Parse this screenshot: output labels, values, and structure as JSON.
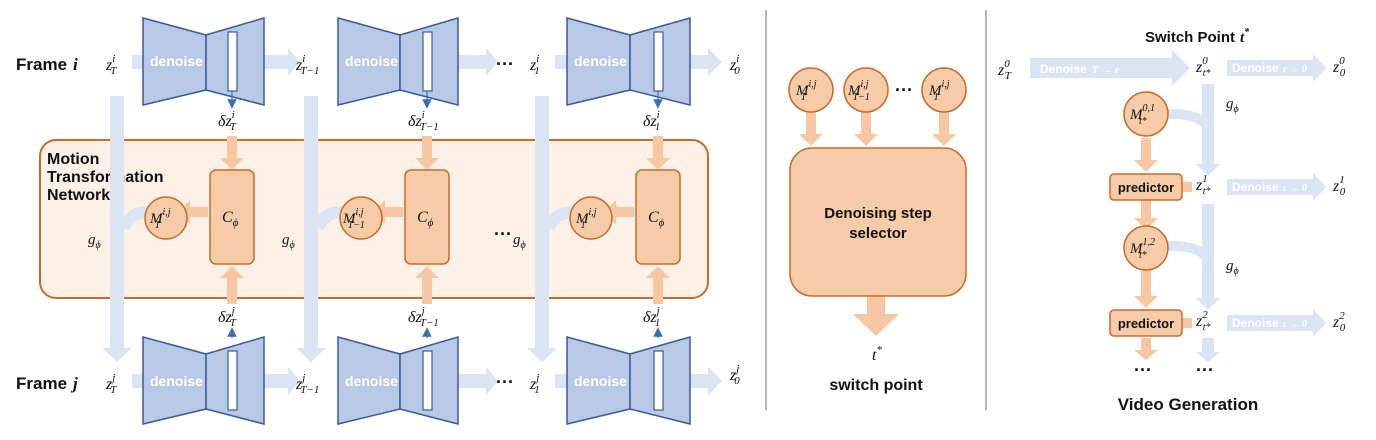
{
  "left": {
    "frame_i_label": "Frame",
    "frame_i_var": "i",
    "frame_j_label": "Frame",
    "frame_j_var": "j",
    "denoise_label": "denoise",
    "ellipsis": "···",
    "latents_i": [
      {
        "base": "z",
        "sub": "T",
        "sup": "i"
      },
      {
        "base": "z",
        "sub": "T−1",
        "sup": "i"
      },
      {
        "base": "z",
        "sub": "1",
        "sup": "i"
      },
      {
        "base": "z",
        "sub": "0",
        "sup": "i"
      }
    ],
    "latents_j": [
      {
        "base": "z",
        "sub": "T",
        "sup": "j"
      },
      {
        "base": "z",
        "sub": "T−1",
        "sup": "j"
      },
      {
        "base": "z",
        "sub": "1",
        "sup": "j"
      },
      {
        "base": "z",
        "sub": "0",
        "sup": "j"
      }
    ],
    "deltas_i": [
      {
        "base": "δz",
        "sub": "T",
        "sup": "i"
      },
      {
        "base": "δz",
        "sub": "T−1",
        "sup": "i"
      },
      {
        "base": "δz",
        "sub": "1",
        "sup": "i"
      }
    ],
    "deltas_j": [
      {
        "base": "δz",
        "sub": "T",
        "sup": "j"
      },
      {
        "base": "δz",
        "sub": "T−1",
        "sup": "j"
      },
      {
        "base": "δz",
        "sub": "1",
        "sup": "j"
      }
    ],
    "mtn_title": [
      "Motion",
      "Transformation",
      "Network"
    ],
    "c_phi": {
      "base": "C",
      "sub": "ϕ"
    },
    "g_phi": {
      "base": "g",
      "sub": "ϕ"
    },
    "motions": [
      {
        "base": "M",
        "sub": "T",
        "sup": "i,j"
      },
      {
        "base": "M",
        "sub": "T−1",
        "sup": "i,j"
      },
      {
        "base": "M",
        "sub": "1",
        "sup": "i,j"
      }
    ]
  },
  "middle": {
    "motions": [
      {
        "base": "M",
        "sub": "T",
        "sup": "i,j"
      },
      {
        "base": "M",
        "sub": "T−1",
        "sup": "i,j"
      },
      {
        "base": "M",
        "sub": "1",
        "sup": "i,j"
      }
    ],
    "ellipsis": "···",
    "selector_lines": [
      "Denoising step",
      "selector"
    ],
    "t_star": {
      "base": "t",
      "sup": "*"
    },
    "switch_label": "switch point"
  },
  "right": {
    "title": "Switch Point",
    "title_var": {
      "base": "t",
      "sup": "*"
    },
    "z_T0": {
      "base": "z",
      "sub": "T",
      "sup": "0"
    },
    "denoise_T_label": "Denoise",
    "denoise_T_math": "T → ε",
    "denoise_e_label": "Denoise",
    "denoise_e_math": "ε → 0",
    "z_t_rows": [
      {
        "base": "z",
        "sub": "t*",
        "sup": "0"
      },
      {
        "base": "z",
        "sub": "t*",
        "sup": "1"
      },
      {
        "base": "z",
        "sub": "t*",
        "sup": "2"
      }
    ],
    "z_0_rows": [
      {
        "base": "z",
        "sub": "0",
        "sup": "0"
      },
      {
        "base": "z",
        "sub": "0",
        "sup": "1"
      },
      {
        "base": "z",
        "sub": "0",
        "sup": "2"
      }
    ],
    "motions": [
      {
        "base": "M",
        "sub": "t*",
        "sup": "0,1"
      },
      {
        "base": "M",
        "sub": "t*",
        "sup": "1,2"
      }
    ],
    "g_phi": {
      "base": "g",
      "sub": "ϕ"
    },
    "predictor_label": "predictor",
    "ellipsis": "···",
    "footer": "Video Generation"
  }
}
